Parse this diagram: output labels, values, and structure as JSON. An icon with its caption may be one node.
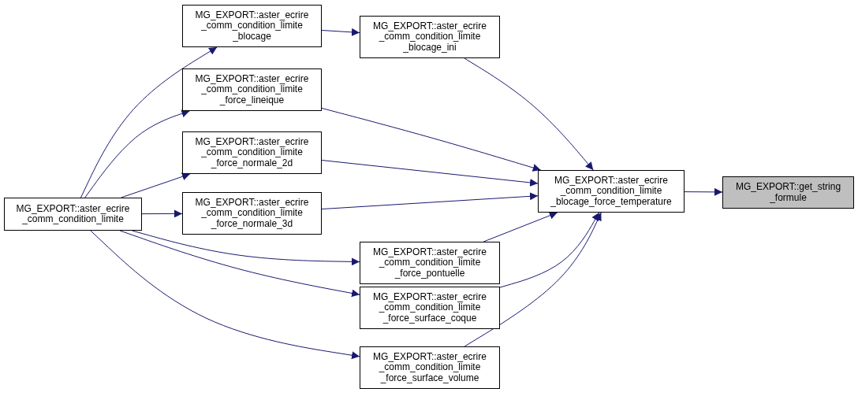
{
  "diagram": {
    "nodes": [
      {
        "text": [
          "MG_EXPORT::get_string _formule"
        ]
      },
      {
        "text": [
          "MG_EXPORT::aster_ecrire _comm_condition_limite _blocage_force_temperature"
        ]
      },
      {
        "text": [
          "MG_EXPORT::aster_ecrire _comm_condition_limite _blocage_ini"
        ]
      },
      {
        "text": [
          "MG_EXPORT::aster_ecrire _comm_condition_limite _blocage"
        ]
      },
      {
        "text": [
          "MG_EXPORT::aster_ecrire _comm_condition_limite _force_lineique"
        ]
      },
      {
        "text": [
          "MG_EXPORT::aster_ecrire _comm_condition_limite _force_normale_2d"
        ]
      },
      {
        "text": [
          "MG_EXPORT::aster_ecrire _comm_condition_limite _force_normale_3d"
        ]
      },
      {
        "text": [
          "MG_EXPORT::aster_ecrire _comm_condition_limite _force_pontuelle"
        ]
      },
      {
        "text": [
          "MG_EXPORT::aster_ecrire _comm_condition_limite _force_surface_coque"
        ]
      },
      {
        "text": [
          "MG_EXPORT::aster_ecrire _comm_condition_limite _force_surface_volume"
        ]
      },
      {
        "text": [
          "MG_EXPORT::aster_ecrire _comm_condition_limite"
        ]
      }
    ],
    "edges": [
      {
        "from": 1,
        "to": 0,
        "arrow": "to"
      },
      {
        "from": 2,
        "to": 1,
        "arrow": "to"
      },
      {
        "from": 3,
        "to": 2,
        "arrow": "to"
      },
      {
        "from": 4,
        "to": 1,
        "arrow": "to"
      },
      {
        "from": 5,
        "to": 1,
        "arrow": "to"
      },
      {
        "from": 6,
        "to": 1,
        "arrow": "to"
      },
      {
        "from": 7,
        "to": 1,
        "arrow": "to"
      },
      {
        "from": 8,
        "to": 1,
        "arrow": "to"
      },
      {
        "from": 9,
        "to": 1,
        "arrow": "to"
      },
      {
        "from": 10,
        "to": 3,
        "arrow": "to"
      },
      {
        "from": 10,
        "to": 4,
        "arrow": "to"
      },
      {
        "from": 10,
        "to": 5,
        "arrow": "to"
      },
      {
        "from": 10,
        "to": 6,
        "arrow": "to"
      },
      {
        "from": 10,
        "to": 7,
        "arrow": "to"
      },
      {
        "from": 10,
        "to": 8,
        "arrow": "to"
      },
      {
        "from": 10,
        "to": 9,
        "arrow": "to"
      }
    ]
  }
}
